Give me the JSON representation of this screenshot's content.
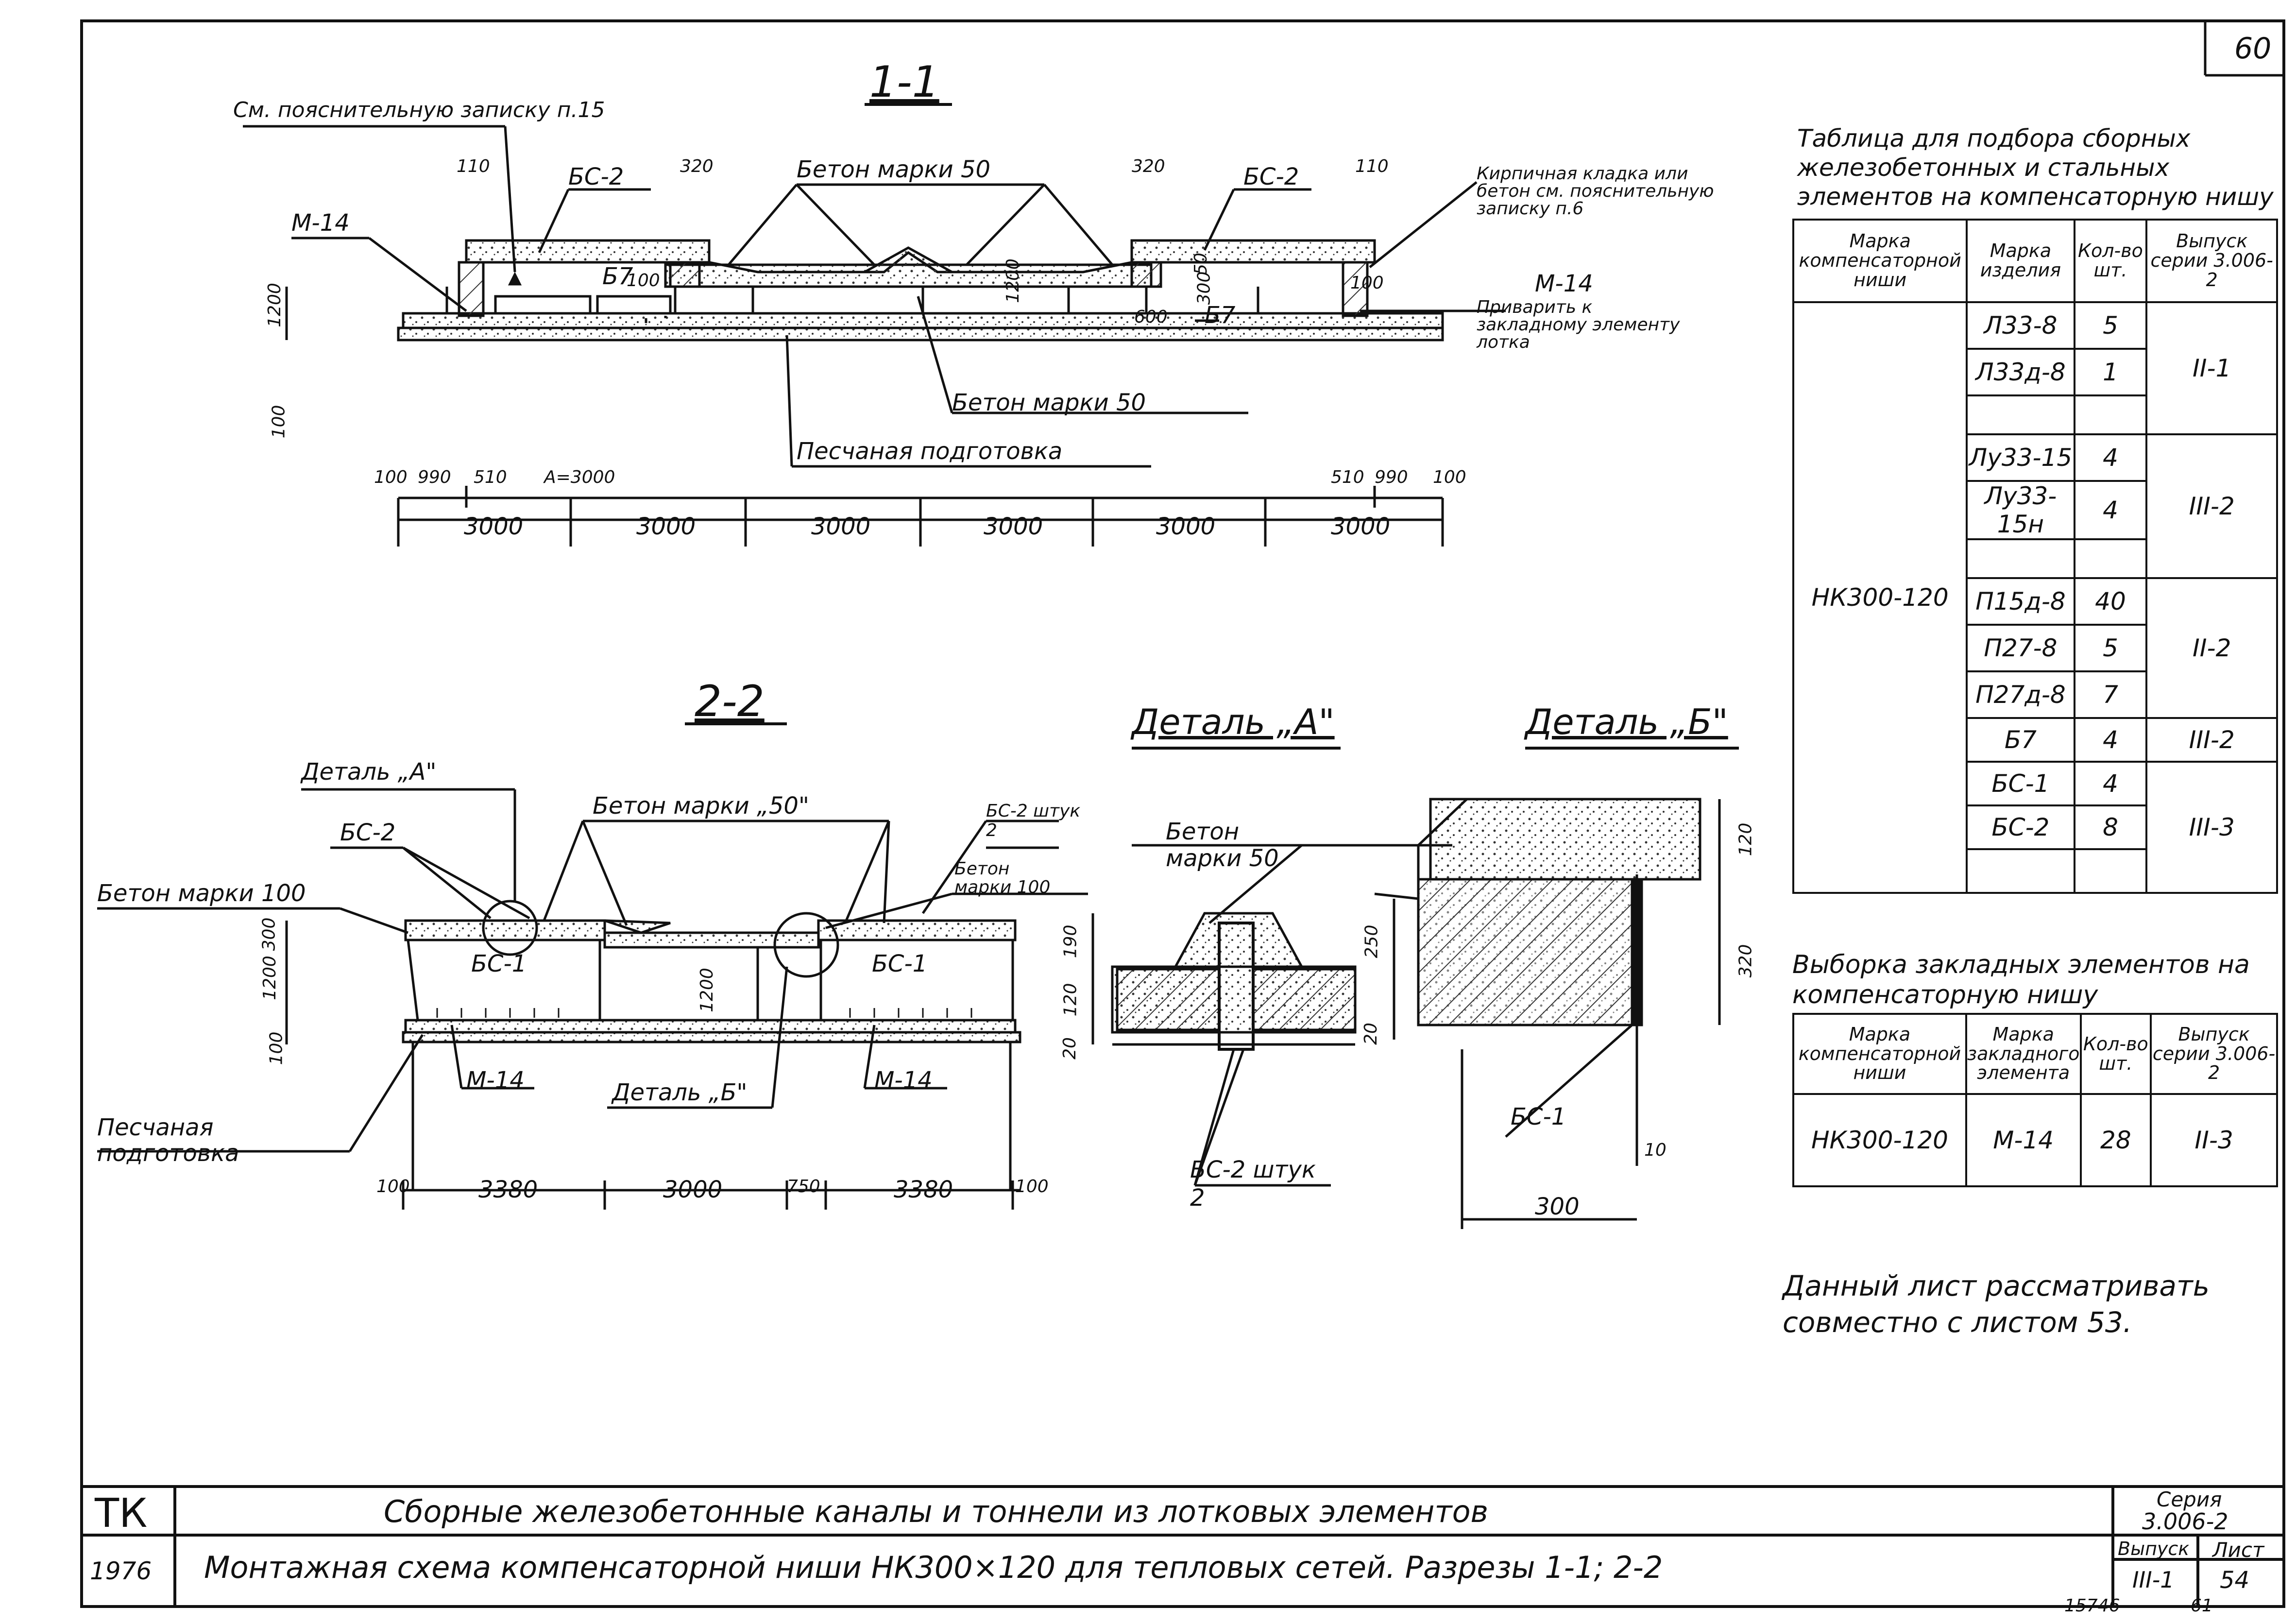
{
  "page_number": "60",
  "section_1": {
    "title": "1-1",
    "labels": {
      "note_ref": "См. пояснительную записку п.15",
      "m14_left": "М-14",
      "bs2_left": "БС-2",
      "beton_top": "Бетон марки 50",
      "bs2_right": "БС-2",
      "brick": "Кирпичная кладка или бетон см. пояснительную записку п.6",
      "m14_right": "М-14",
      "weld_note": "Приварить к закладному элементу лотка",
      "b7_left": "Б7",
      "b7_right": "Б7",
      "beton_bottom": "Бетон марки 50",
      "sand": "Песчаная подготовка"
    },
    "dims_top": [
      "110",
      "320",
      "320",
      "110"
    ],
    "dims_small": [
      "100",
      "990",
      "510",
      "А=3000",
      "510",
      "990",
      "100"
    ],
    "dims_main": [
      "3000",
      "3000",
      "3000",
      "3000",
      "3000",
      "3000"
    ],
    "dims_vertical": [
      "1200",
      "100",
      "100",
      "1200",
      "600",
      "50",
      "300",
      "100"
    ]
  },
  "section_2": {
    "title": "2-2",
    "labels": {
      "detail_a": "Деталь „А\"",
      "bs2": "БС-2",
      "beton50": "Бетон марки „50\"",
      "bs2_pcs": "БС-2 штук 2",
      "beton100_right": "Бетон марки 100",
      "beton100_left": "Бетон марки 100",
      "bs1_left": "БС-1",
      "bs1_right": "БС-1",
      "m14_left": "М-14",
      "m14_right": "М-14",
      "detail_b": "Деталь „Б\"",
      "sand": "Песчаная подготовка"
    },
    "dims": [
      "100",
      "3380",
      "3000",
      "750",
      "3380",
      "100"
    ],
    "dims_vertical": [
      "300",
      "1200",
      "100",
      "1200"
    ]
  },
  "detail_a": {
    "title": "Деталь „А\"",
    "labels": {
      "beton": "Бетон марки 50",
      "bs2": "БС-2 штук 2"
    },
    "dims": [
      "190",
      "120",
      "20"
    ]
  },
  "detail_b": {
    "title": "Деталь „Б\"",
    "labels": {
      "bs1": "БС-1"
    },
    "dims": [
      "120",
      "250",
      "320",
      "20",
      "10",
      "300"
    ]
  },
  "table1": {
    "title": "Таблица для подбора сборных железобетонных и стальных элементов на компенсаторную нишу",
    "headers": [
      "Марка компенсаторной ниши",
      "Марка изделия",
      "Кол-во шт.",
      "Выпуск серии 3.006-2"
    ],
    "niche": "НК300-120",
    "rows": [
      {
        "item": "Л33-8",
        "qty": "5"
      },
      {
        "item": "Л33д-8",
        "qty": "1"
      },
      {
        "item": "",
        "qty": ""
      },
      {
        "item": "Лу33-15",
        "qty": "4"
      },
      {
        "item": "Лу33-15н",
        "qty": "4"
      },
      {
        "item": "",
        "qty": ""
      },
      {
        "item": "П15д-8",
        "qty": "40"
      },
      {
        "item": "П27-8",
        "qty": "5"
      },
      {
        "item": "П27д-8",
        "qty": "7"
      },
      {
        "item": "Б7",
        "qty": "4"
      },
      {
        "item": "БС-1",
        "qty": "4"
      },
      {
        "item": "БС-2",
        "qty": "8"
      },
      {
        "item": "",
        "qty": ""
      }
    ],
    "issues": [
      "II-1",
      "III-2",
      "II-2",
      "III-2",
      "III-3"
    ]
  },
  "table2": {
    "title": "Выборка закладных элементов на компенсаторную нишу",
    "headers": [
      "Марка компенсаторной ниши",
      "Марка закладного элемента",
      "Кол-во шт.",
      "Выпуск серии 3.006-2"
    ],
    "row": {
      "niche": "НК300-120",
      "element": "М-14",
      "qty": "28",
      "issue": "II-3"
    }
  },
  "note": "Данный лист рассматривать совместно с листом 53.",
  "title_block": {
    "org": "ТК",
    "year": "1976",
    "line1": "Сборные железобетонные каналы и тоннели из лотковых элементов",
    "line2": "Монтажная схема компенсаторной ниши НК300×120 для тепловых сетей. Разрезы 1-1; 2-2",
    "series_label": "Серия",
    "series_value": "3.006-2",
    "issue_label": "Выпуск",
    "issue_value": "III-1",
    "sheet_label": "Лист",
    "sheet_value": "54"
  },
  "footer": {
    "code": "15746",
    "page": "61"
  }
}
